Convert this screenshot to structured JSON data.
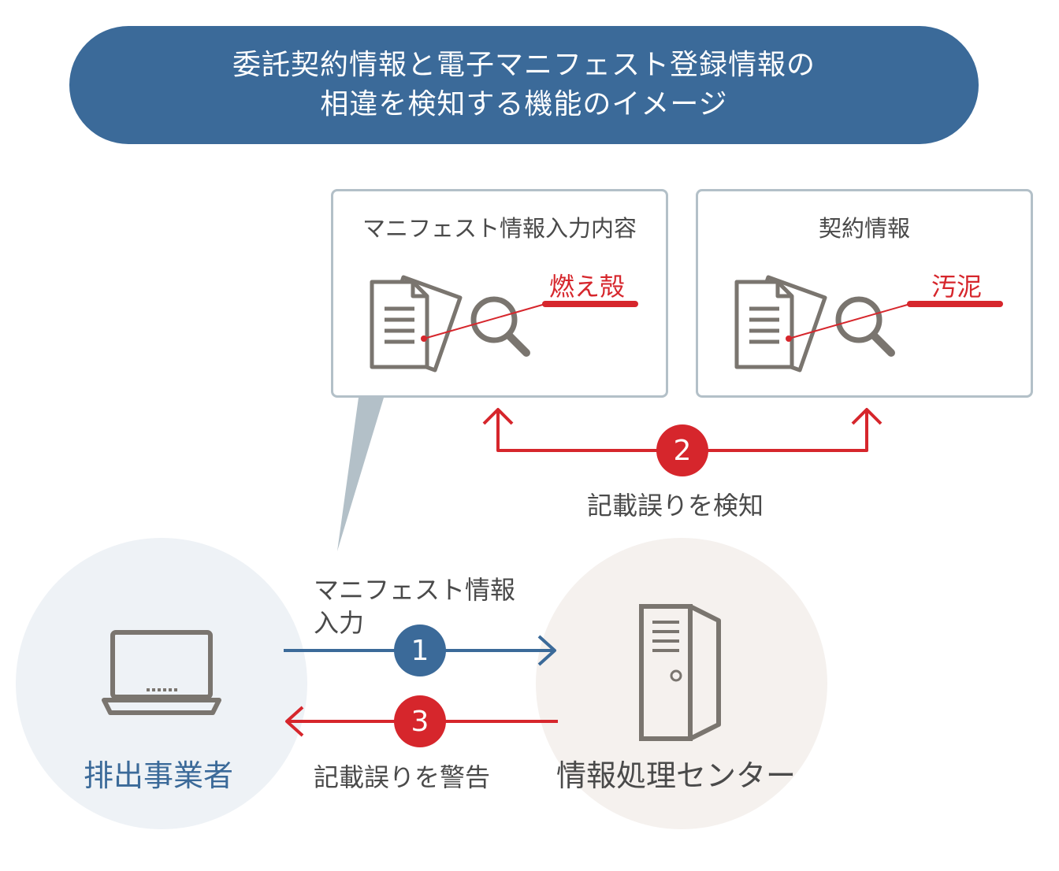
{
  "title": {
    "line1": "委託契約情報と電子マニフェスト登録情報の",
    "line2": "相違を検知する機能のイメージ"
  },
  "panels": {
    "manifest": {
      "title": "マニフェスト情報入力内容",
      "value": "燃え殻"
    },
    "contract": {
      "title": "契約情報",
      "value": "汚泥"
    }
  },
  "steps": {
    "step1": {
      "number": "1",
      "label_line1": "マニフェスト情報",
      "label_line2": "入力"
    },
    "step2": {
      "number": "2",
      "label": "記載誤りを検知"
    },
    "step3": {
      "number": "3",
      "label": "記載誤りを警告"
    }
  },
  "nodes": {
    "discharger": {
      "label": "排出事業者",
      "icon": "laptop-icon"
    },
    "center": {
      "label": "情報処理センター",
      "icon": "server-icon"
    }
  },
  "colors": {
    "banner": "#3b6a99",
    "accent_red": "#d6262c",
    "accent_blue": "#3b6a99",
    "icon_gray": "#7a756f",
    "panel_border": "#b3c0c8",
    "discharger_bg": "#eef2f6",
    "center_bg": "#f5f1ee"
  }
}
